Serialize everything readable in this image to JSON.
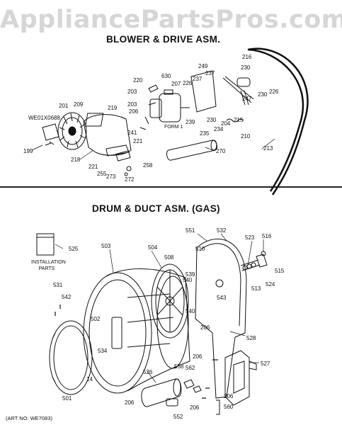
{
  "watermark": "AppliancePartsPros.com",
  "sections": {
    "blower_title": "BLOWER & DRIVE ASM.",
    "drum_title": "DRUM & DUCT ASM. (GAS)"
  },
  "blower_parts": [
    "220",
    "630",
    "249",
    "216",
    "237",
    "230",
    "226",
    "203",
    "207",
    "226",
    "237",
    "247",
    "230",
    "226",
    "209",
    "201",
    "219",
    "WE01X0688",
    "206",
    "203",
    "241",
    "FORM 1",
    "239",
    "230",
    "235",
    "234",
    "204",
    "215",
    "210",
    "213",
    "199",
    "218",
    "221",
    "270",
    "221",
    "255",
    "273",
    "272",
    "258"
  ],
  "drum_parts": [
    "525",
    "503",
    "504",
    "508",
    "551",
    "532",
    "523",
    "516",
    "510",
    "539",
    "540",
    "515",
    "513",
    "524",
    "531",
    "542",
    "543",
    "540",
    "502",
    "534",
    "206",
    "528",
    "206",
    "527",
    "558",
    "562",
    "526",
    "206",
    "206",
    "206",
    "560",
    "501",
    "14",
    "552"
  ],
  "installation_parts_label": "INSTALLATION PARTS",
  "form_label": "FORM 1",
  "art_number": "(ART NO. WE7083)"
}
